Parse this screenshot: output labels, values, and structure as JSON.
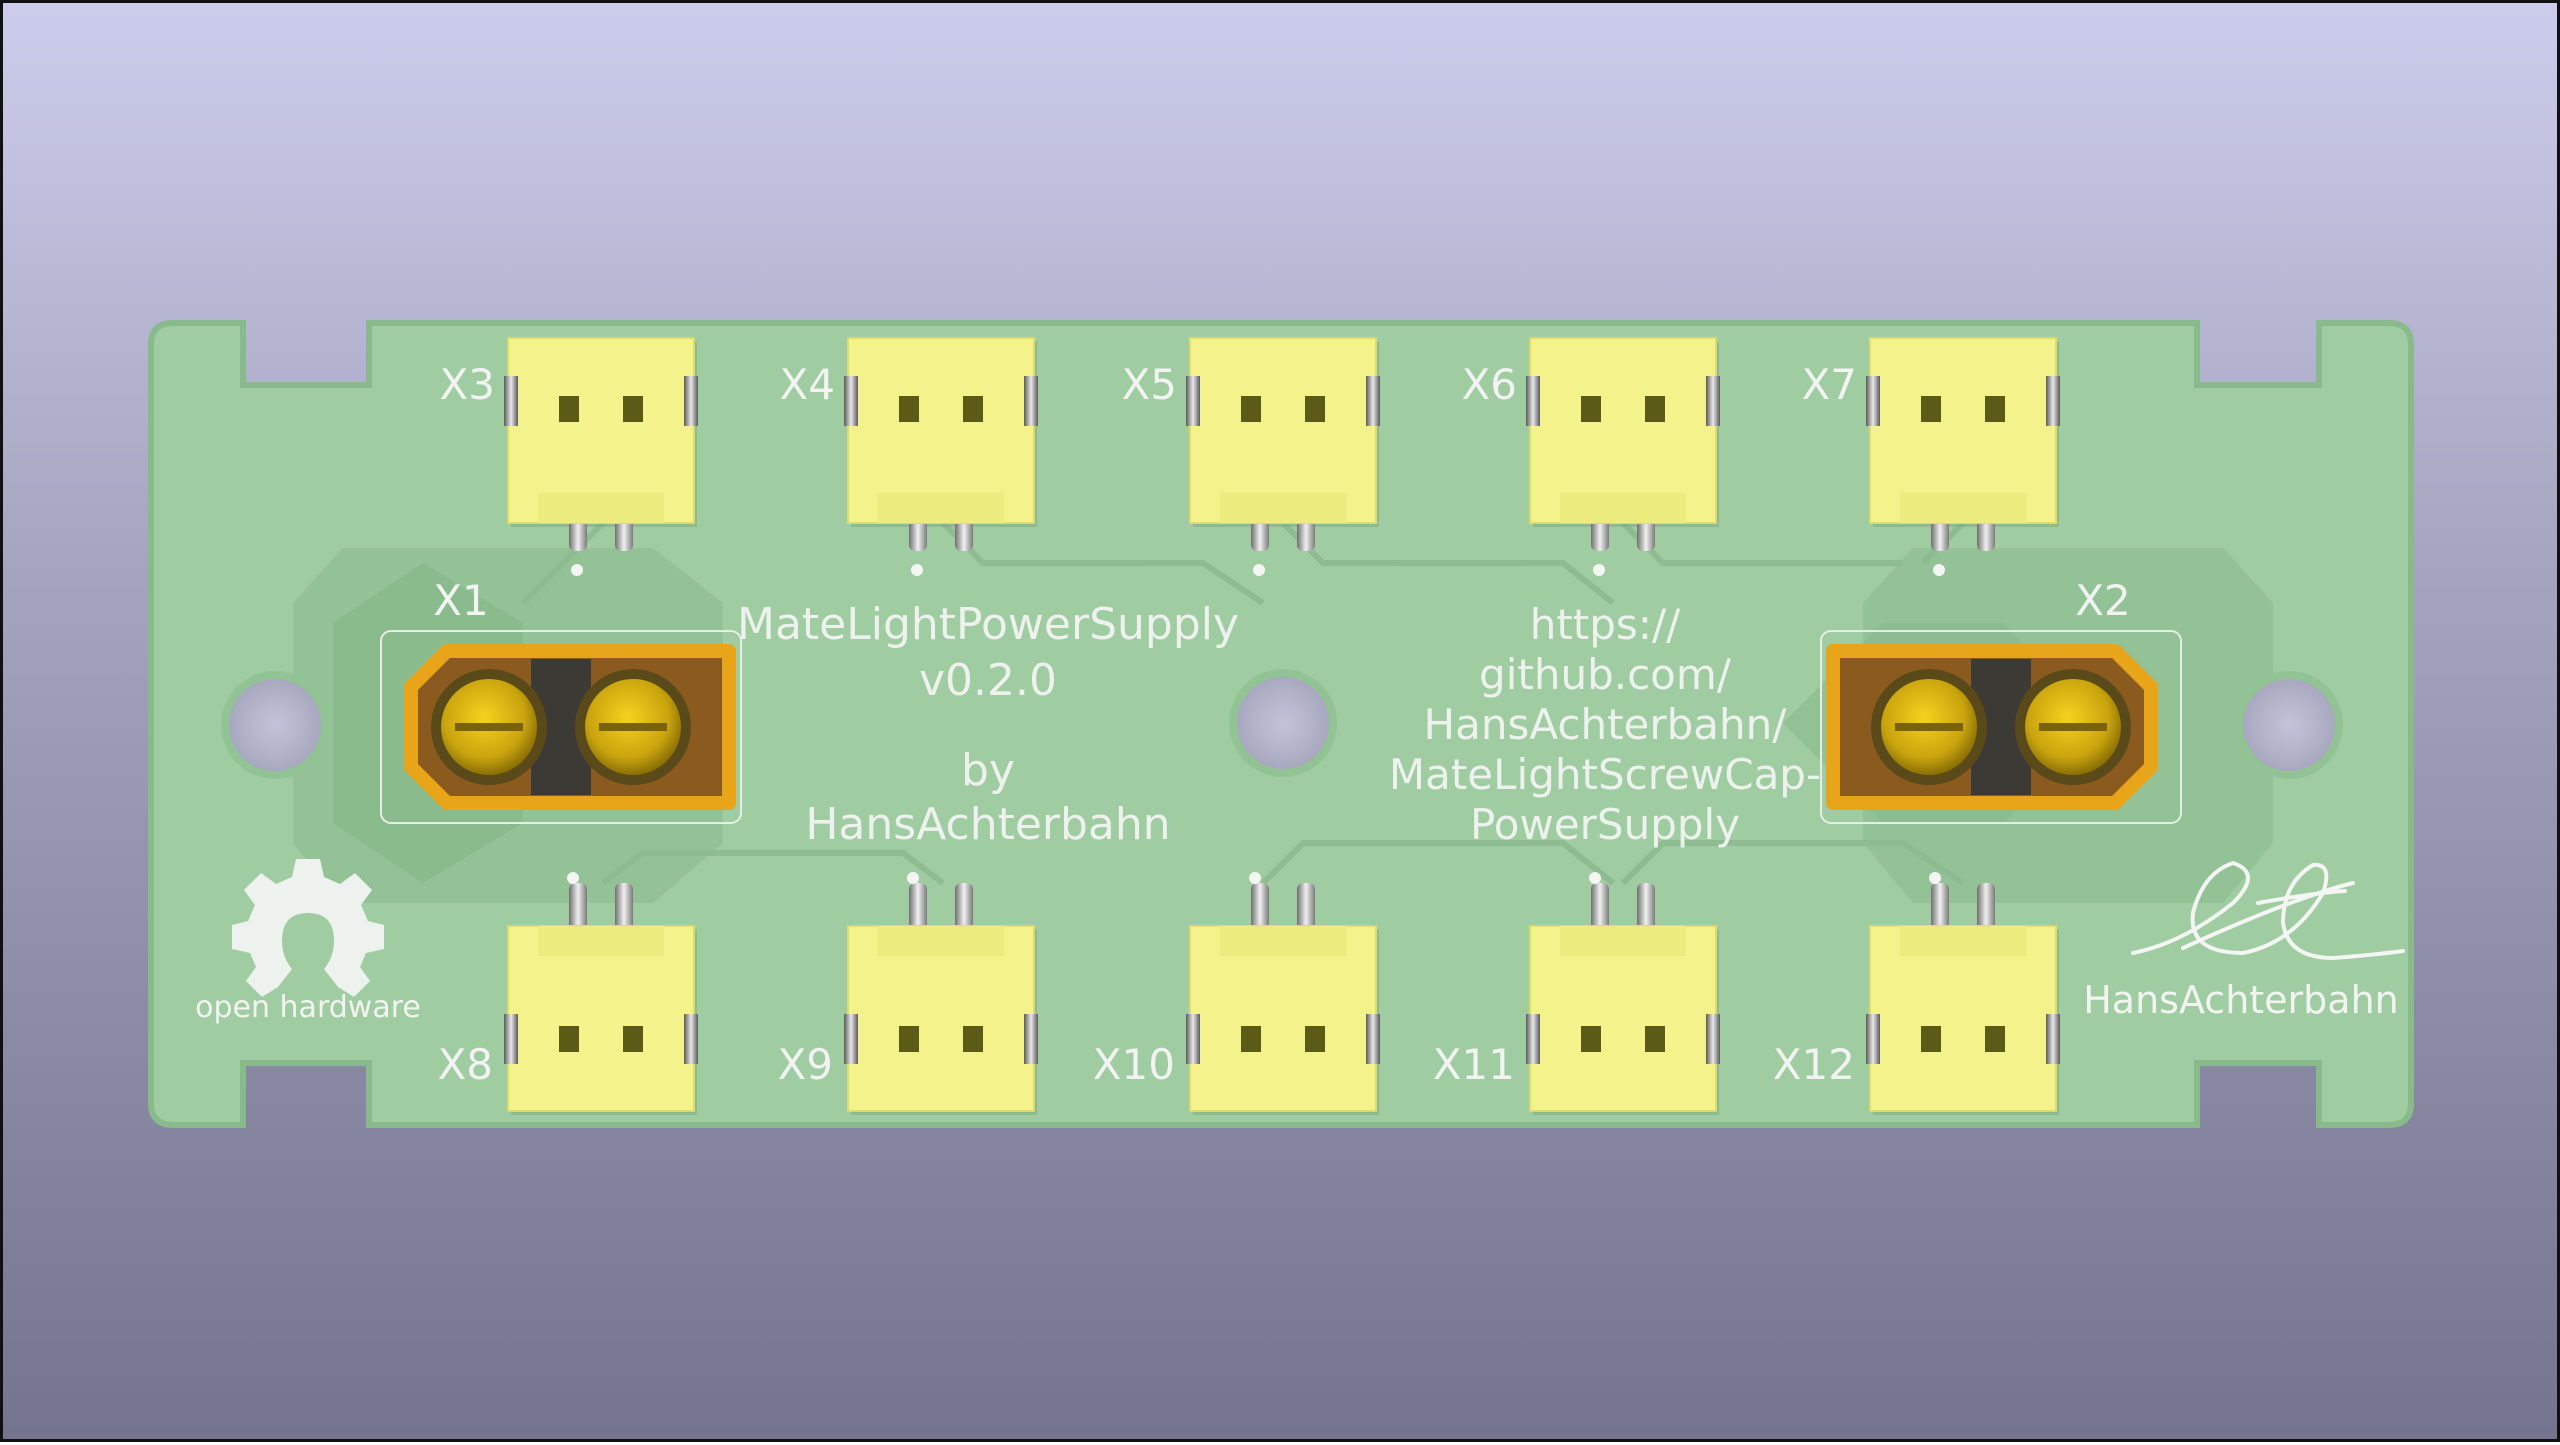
{
  "board": {
    "title": "MateLightPowerSupply",
    "version": "v0.2.0",
    "by": "by",
    "author": "HansAchterbahn",
    "url_lines": [
      "https://",
      "github.com/",
      "HansAchterbahn/",
      "MateLightScrewCap-",
      "PowerSupply"
    ],
    "logo_text": "open hardware",
    "signature_text": "HansAchterbahn",
    "colors": {
      "board": "#9fcca0",
      "board_edge": "#8cbd8f",
      "connector_body": "#f4f28a",
      "xt_body": "#e8a51a",
      "silkscreen": "#f2f4f2"
    }
  },
  "connectors": {
    "top": [
      "X3",
      "X4",
      "X5",
      "X6",
      "X7"
    ],
    "bottom": [
      "X8",
      "X9",
      "X10",
      "X11",
      "X12"
    ],
    "power": [
      "X1",
      "X2"
    ]
  }
}
